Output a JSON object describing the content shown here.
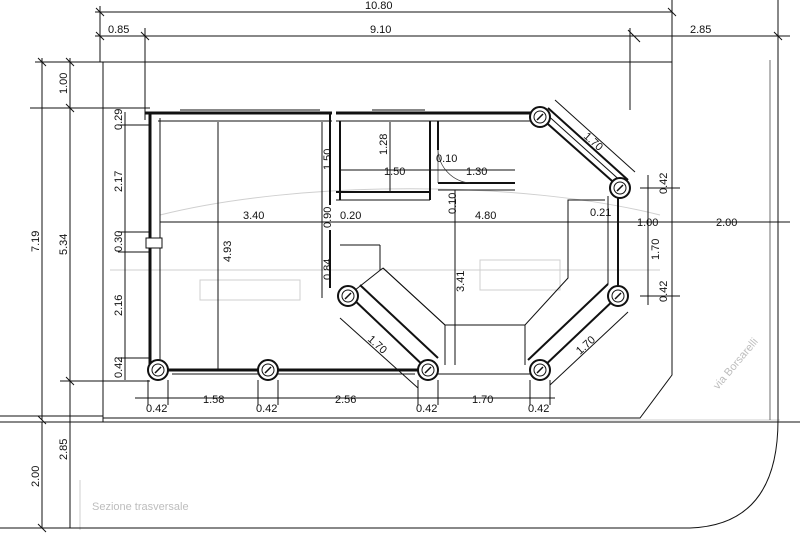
{
  "dimensions": {
    "top_overall": "10.80",
    "top_left": "0.85",
    "top_mid": "9.10",
    "top_right": "2.85",
    "left_total": "7.19",
    "left_top": "1.00",
    "left_mid": "5.34",
    "left_bottom": "2.85",
    "left_bottom2": "2.00",
    "wall_029": "0.29",
    "wall_217": "2.17",
    "wall_030": "0.30",
    "wall_216": "2.16",
    "wall_042_left": "0.42",
    "room_width_340": "3.40",
    "room_height_493": "4.93",
    "vert_150": "1.50",
    "vert_128": "1.28",
    "door_010": "0.10",
    "horiz_150": "1.50",
    "horiz_130": "1.30",
    "vert_090": "0.90",
    "horiz_020": "0.20",
    "vert_010": "0.10",
    "span_480": "4.80",
    "vert_084": "0.84",
    "vert_341": "3.41",
    "diag_170_top": "1.70",
    "diag_170_left": "1.70",
    "diag_170_right": "1.70",
    "right_042_top": "0.42",
    "right_021": "0.21",
    "right_100": "1.00",
    "right_200": "2.00",
    "right_170": "1.70",
    "right_042_bottom": "0.42",
    "bottom_042_a": "0.42",
    "bottom_158": "1.58",
    "bottom_042_b": "0.42",
    "bottom_256": "2.56",
    "bottom_042_c": "0.42",
    "bottom_170": "1.70",
    "bottom_042_d": "0.42"
  },
  "faint_labels": {
    "section_note": "Sezione trasversale",
    "right_note": "via Borsarelli"
  }
}
